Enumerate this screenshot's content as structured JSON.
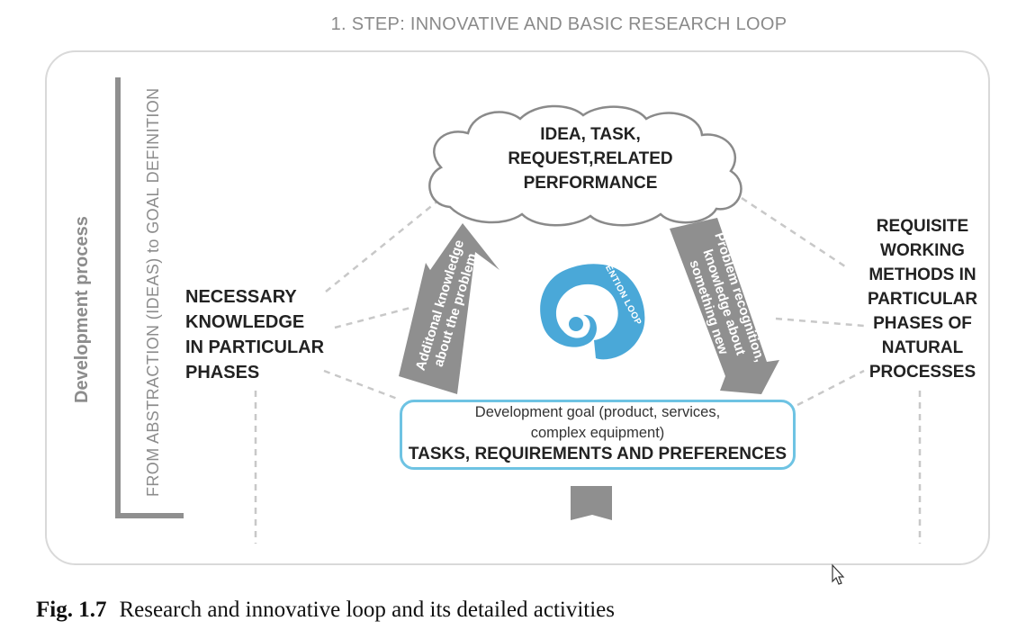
{
  "title": "1. STEP: INNOVATIVE AND BASIC RESEARCH LOOP",
  "axis": {
    "development_process": "Development process",
    "abstraction_label": "FROM ABSTRACTION (IDEAS) to GOAL DEFINITION"
  },
  "cloud": {
    "lines": [
      "IDEA, TASK,",
      "REQUEST,RELATED",
      "PERFORMANCE"
    ]
  },
  "left": {
    "lines": [
      "NECESSARY",
      "KNOWLEDGE",
      "IN PARTICULAR",
      "PHASES"
    ]
  },
  "right": {
    "lines": [
      "REQUISITE",
      "WORKING",
      "METHODS IN",
      "PARTICULAR",
      "PHASES OF",
      "NATURAL",
      "PROCESSES"
    ]
  },
  "left_arrow": {
    "lines": [
      "Additonal knowledge",
      "about the problem"
    ]
  },
  "right_arrow": {
    "lines": [
      "Problem recognition,",
      "knowledge about",
      "something new"
    ]
  },
  "spiral_label": "INVENTION LOOP",
  "goal": {
    "line1": "Development goal (product, services,",
    "line2": "complex equipment)",
    "main": "TASKS, REQUIREMENTS AND PREFERENCES"
  },
  "caption": {
    "number": "Fig. 1.7",
    "text": "Research and innovative loop and its detailed activities"
  },
  "colors": {
    "accent_blue": "#4aa8d8",
    "goal_border": "#6ec3e3",
    "arrow_gray": "#8f8f8f",
    "frame": "#d9d9d9"
  },
  "icons": [
    "cloud-shape",
    "spiral-icon",
    "down-chevron-arrow",
    "mouse-cursor-icon"
  ]
}
